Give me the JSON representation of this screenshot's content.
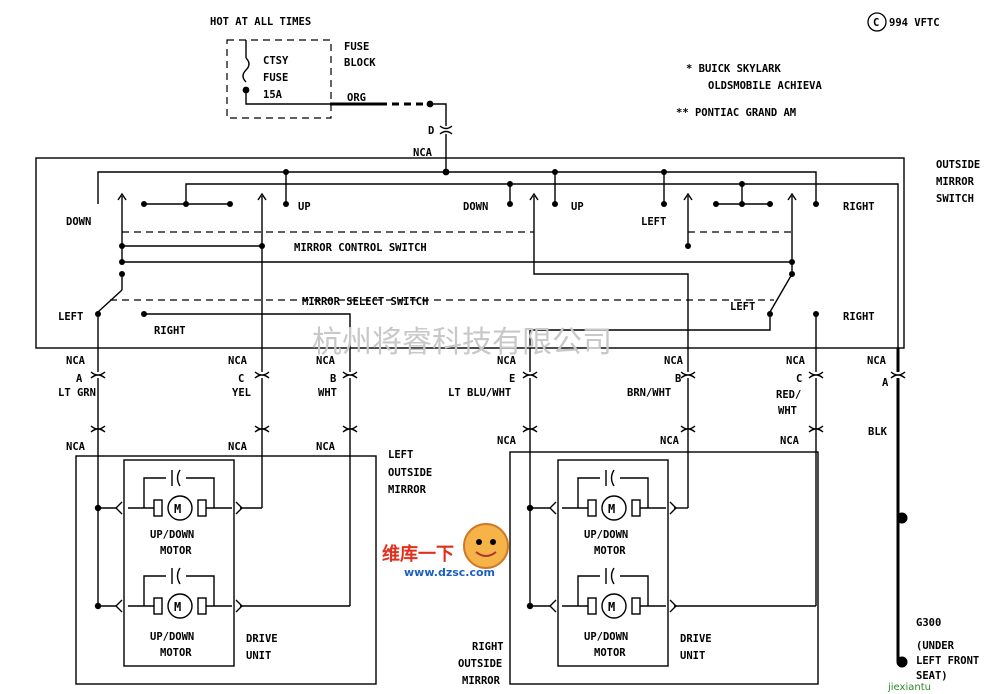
{
  "header": {
    "hot_label": "HOT AT ALL TIMES",
    "copyright": "994 VFTC",
    "copyright_symbol": "C"
  },
  "notes": {
    "star1": "* BUICK SKYLARK",
    "star1_b": "OLDSMOBILE ACHIEVA",
    "star2": "** PONTIAC GRAND AM"
  },
  "fuse": {
    "line1": "CTSY",
    "line2": "FUSE",
    "line3": "15A",
    "block1": "FUSE",
    "block2": "BLOCK",
    "wire": "ORG",
    "conn": "D",
    "nca": "NCA"
  },
  "switch": {
    "outside1": "OUTSIDE",
    "outside2": "MIRROR",
    "outside3": "SWITCH",
    "control": "MIRROR CONTROL SWITCH",
    "select": "MIRROR SELECT SWITCH",
    "down1": "DOWN",
    "up1": "UP",
    "down2": "DOWN",
    "up2": "UP",
    "left1": "LEFT",
    "right1": "RIGHT",
    "left_sel": "LEFT",
    "right_sel": "RIGHT",
    "left_sel2": "LEFT",
    "right_sel2": "RIGHT"
  },
  "connectors": [
    {
      "nca": "NCA",
      "pin": "A",
      "wire": "LT GRN"
    },
    {
      "nca": "NCA",
      "pin": "C",
      "wire": "YEL"
    },
    {
      "nca": "NCA",
      "pin": "B",
      "wire": "WHT"
    },
    {
      "nca": "NCA",
      "pin": "E",
      "wire": "LT BLU/WHT"
    },
    {
      "nca": "NCA",
      "pin": "B",
      "wire": "BRN/WHT"
    },
    {
      "nca": "NCA",
      "pin": "C",
      "wire": "RED/",
      "wire2": "WHT"
    },
    {
      "nca": "NCA",
      "pin": "A",
      "wire": "BLK"
    }
  ],
  "lower_nca": [
    "NCA",
    "NCA",
    "NCA",
    "NCA",
    "NCA",
    "NCA"
  ],
  "left_mirror": {
    "title1": "LEFT",
    "title2": "OUTSIDE",
    "title3": "MIRROR",
    "motor_a1": "UP/DOWN",
    "motor_a2": "MOTOR",
    "motor_b1": "UP/DOWN",
    "motor_b2": "MOTOR",
    "drive1": "DRIVE",
    "drive2": "UNIT",
    "m": "M"
  },
  "right_mirror": {
    "title1": "RIGHT",
    "title2": "OUTSIDE",
    "title3": "MIRROR",
    "motor_a1": "UP/DOWN",
    "motor_a2": "MOTOR",
    "motor_b1": "UP/DOWN",
    "motor_b2": "MOTOR",
    "drive1": "DRIVE",
    "drive2": "UNIT",
    "m": "M"
  },
  "ground": {
    "name": "G300",
    "line1": "(UNDER",
    "line2": "LEFT FRONT",
    "line3": "SEAT)"
  },
  "watermark": {
    "company": "杭州将睿科技有限公司",
    "logo1": "维库一下",
    "logo2": "www.dzsc.com",
    "logo3": "jiexiantu"
  }
}
